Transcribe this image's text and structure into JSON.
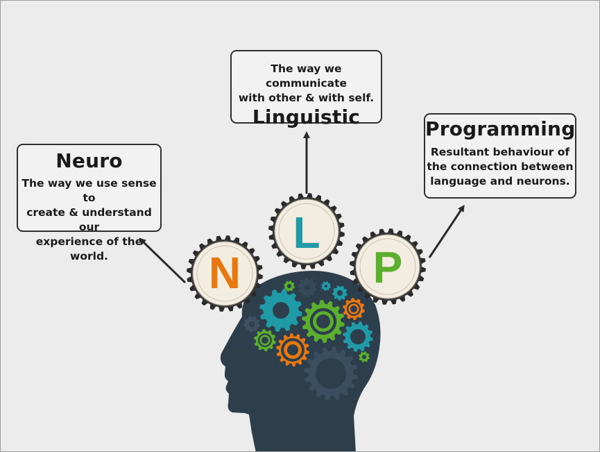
{
  "boxes": {
    "neuro": {
      "title": "Neuro",
      "description_lines": [
        "The way we use sense to",
        "create & understand our",
        "experience of the world."
      ]
    },
    "linguistic": {
      "title": "Linguistic",
      "description_lines": [
        "The way we communicate",
        "with other & with self."
      ]
    },
    "programming": {
      "title": "Programming",
      "description_lines": [
        "Resultant behaviour of",
        "the connection between",
        "language and neurons."
      ]
    }
  },
  "gear_letters": {
    "n": {
      "letter": "N",
      "color": "#e8770e"
    },
    "l": {
      "letter": "L",
      "color": "#1f9aa6"
    },
    "p": {
      "letter": "P",
      "color": "#5cae2e"
    }
  },
  "colors": {
    "head": "#2d3e4d",
    "gear_orange": "#e8770e",
    "gear_teal": "#1f9aa6",
    "gear_green": "#5cae2e",
    "gear_dark": "#2d3e4d"
  }
}
